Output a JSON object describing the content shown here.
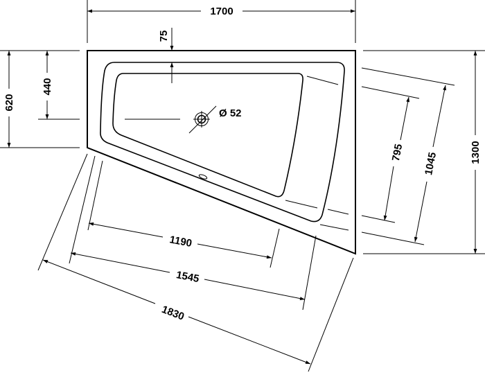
{
  "dimensions": {
    "overall_width": "1700",
    "rim_offset": "75",
    "left_depth": "620",
    "drain_offset": "440",
    "drain_diameter": "Ø 52",
    "overall_depth": "1300",
    "basin_side_795": "795",
    "rim_side_1045": "1045",
    "basin_front_1190": "1190",
    "rim_front_1545": "1545",
    "outer_front_1830": "1830"
  },
  "colors": {
    "line": "#000000",
    "background": "#ffffff"
  }
}
